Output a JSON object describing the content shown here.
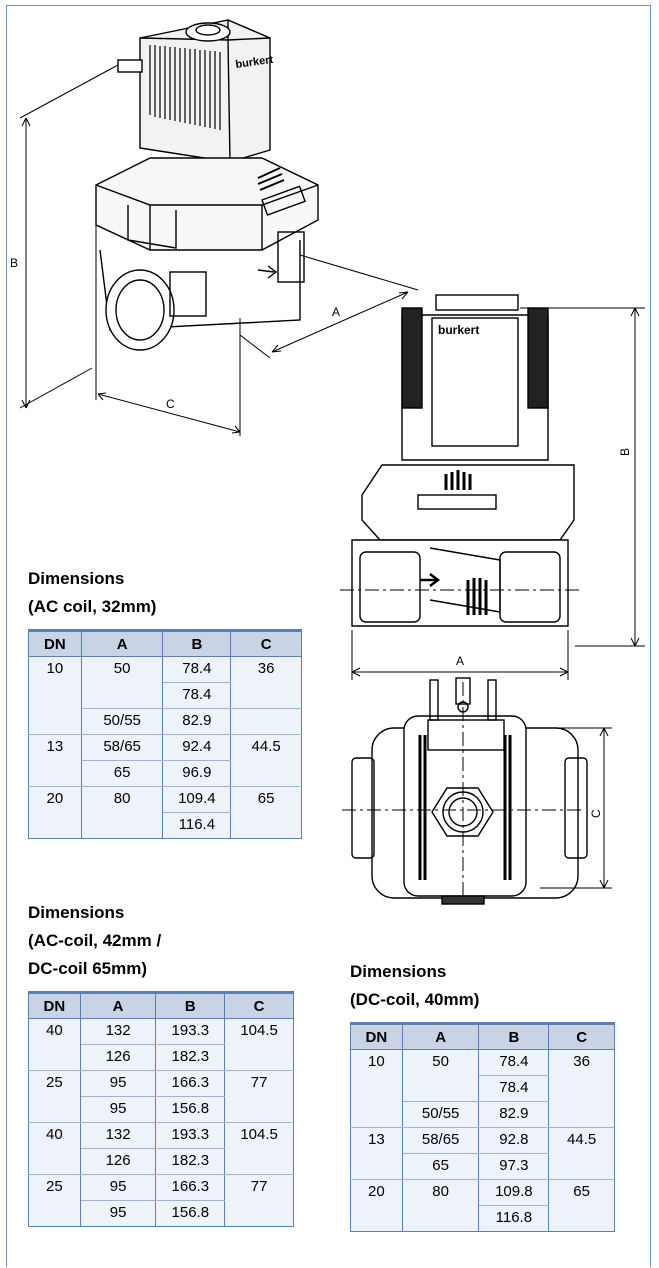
{
  "figure_labels": {
    "A": "A",
    "B": "B",
    "C": "C",
    "brand": "burkert"
  },
  "tables": [
    {
      "heading": [
        "Dimensions",
        "(AC coil, 32mm)"
      ],
      "headers": [
        "DN",
        "A",
        "B",
        "C"
      ],
      "rows": [
        [
          "10",
          "50",
          "78.4",
          "36"
        ],
        [
          "",
          "",
          "78.4",
          ""
        ],
        [
          "",
          "50/55",
          "82.9",
          ""
        ],
        [
          "13",
          "58/65",
          "92.4",
          "44.5"
        ],
        [
          "",
          "65",
          "96.9",
          ""
        ],
        [
          "20",
          "80",
          "109.4",
          "65"
        ],
        [
          "",
          "",
          "116.4",
          ""
        ]
      ]
    },
    {
      "heading": [
        "Dimensions",
        "(AC-coil, 42mm /",
        "DC-coil 65mm)"
      ],
      "headers": [
        "DN",
        "A",
        "B",
        "C"
      ],
      "rows": [
        [
          "40",
          "132",
          "193.3",
          "104.5"
        ],
        [
          "",
          "126",
          "182.3",
          ""
        ],
        [
          "25",
          "95",
          "166.3",
          "77"
        ],
        [
          "",
          "95",
          "156.8",
          ""
        ],
        [
          "40",
          "132",
          "193.3",
          "104.5"
        ],
        [
          "",
          "126",
          "182.3",
          ""
        ],
        [
          "25",
          "95",
          "166.3",
          "77"
        ],
        [
          "",
          "95",
          "156.8",
          ""
        ]
      ]
    },
    {
      "heading": [
        "Dimensions",
        "(DC-coil, 40mm)"
      ],
      "headers": [
        "DN",
        "A",
        "B",
        "C"
      ],
      "rows": [
        [
          "10",
          "50",
          "78.4",
          "36"
        ],
        [
          "",
          "",
          "78.4",
          ""
        ],
        [
          "",
          "50/55",
          "82.9",
          ""
        ],
        [
          "13",
          "58/65",
          "92.8",
          "44.5"
        ],
        [
          "",
          "65",
          "97.3",
          ""
        ],
        [
          "20",
          "80",
          "109.8",
          "65"
        ],
        [
          "",
          "",
          "116.8",
          ""
        ]
      ]
    }
  ]
}
